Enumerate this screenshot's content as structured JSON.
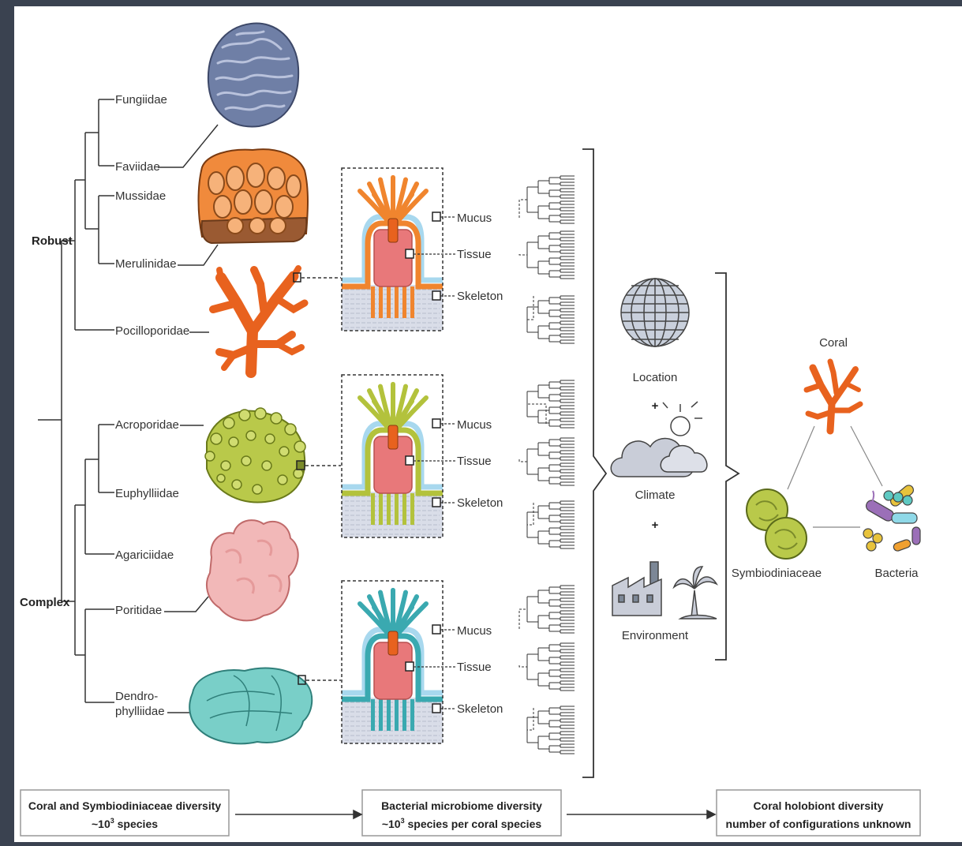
{
  "tree": {
    "robust_label": "Robust",
    "complex_label": "Complex",
    "families": {
      "fungiidae": "Fungiidae",
      "faviidae": "Faviidae",
      "mussidae": "Mussidae",
      "merulinidae": "Merulinidae",
      "pocilloporidae": "Pocilloporidae",
      "acroporidae": "Acroporidae",
      "euphylliidae": "Euphylliidae",
      "agariciidae": "Agariciidae",
      "poritidae": "Poritidae",
      "dendro_line1": "Dendro-",
      "dendro_line2": "phylliidae"
    }
  },
  "compartments": {
    "mucus": "Mucus",
    "tissue": "Tissue",
    "skeleton": "Skeleton"
  },
  "factors": {
    "location": "Location",
    "plus": "+",
    "climate": "Climate",
    "environment": "Environment"
  },
  "holobiont": {
    "coral": "Coral",
    "symbiodiniaceae": "Symbiodiniaceae",
    "bacteria": "Bacteria"
  },
  "boxes": {
    "coral_diversity": {
      "line1": "Coral and Symbiodiniaceae diversity",
      "line2_prefix": "~10",
      "line2_sup": "3",
      "line2_suffix": " species"
    },
    "bacterial_diversity": {
      "line1": "Bacterial microbiome diversity",
      "line2_prefix": "~10",
      "line2_sup": "3",
      "line2_suffix": " species per coral species"
    },
    "holobiont_diversity": {
      "line1": "Coral holobiont diversity",
      "line2": "number of configurations unknown"
    }
  },
  "colors": {
    "brain_coral": "#6f7fa6",
    "favid_coral": "#f08a3c",
    "branching_coral": "#e8621e",
    "acropora_coral": "#b9c94a",
    "porites_coral": "#f2b8b8",
    "plate_coral": "#79cfc8",
    "polyp_orange": "#f0852e",
    "polyp_green": "#b3c23c",
    "polyp_teal": "#3aa9b0",
    "tissue": "#e8787a",
    "skeleton": "#d9dde8"
  }
}
